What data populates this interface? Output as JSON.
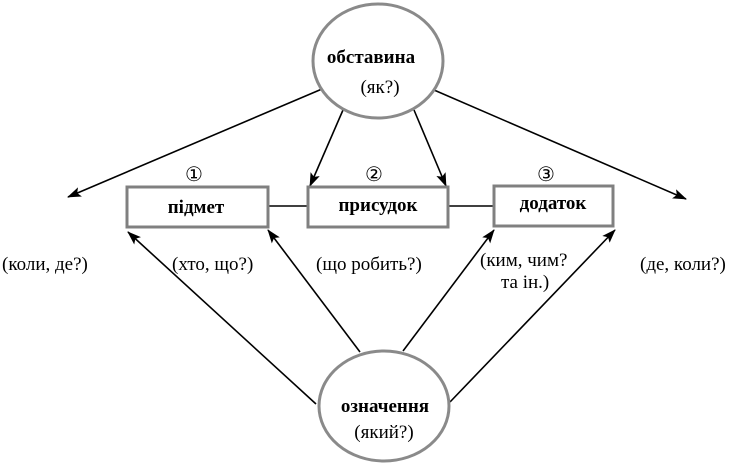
{
  "nodes": {
    "obstavyna": {
      "label": "обставина",
      "question": "(як?)"
    },
    "oznachennia": {
      "label": "означення",
      "question": "(який?)"
    },
    "pidmet": {
      "label": "підмет",
      "number": "①"
    },
    "prysudok": {
      "label": "присудок",
      "number": "②"
    },
    "dodatok": {
      "label": "додаток",
      "number": "③"
    }
  },
  "questions": {
    "left_circ": "(коли, де?)",
    "pidmet_q": "(хто, що?)",
    "prysudok_q": "(що робить?)",
    "dodatok_q_line1": "(ким, чим?",
    "dodatok_q_line2": "та ін.)",
    "right_circ": "(де, коли?)"
  }
}
